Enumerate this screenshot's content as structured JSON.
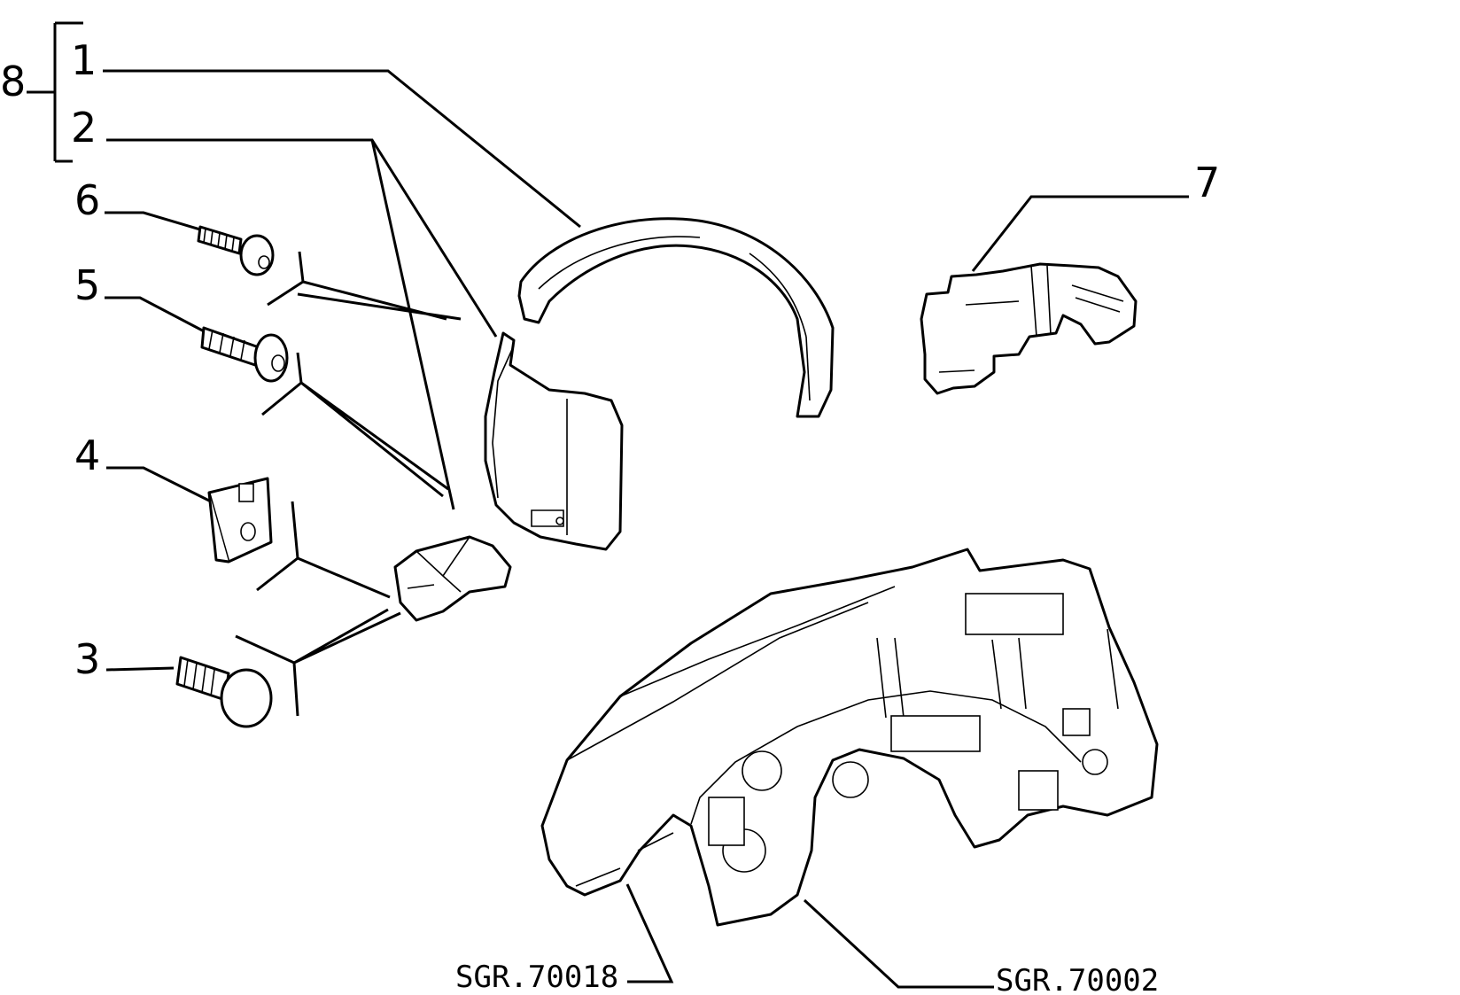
{
  "callouts": {
    "c1": "1",
    "c2": "2",
    "c3": "3",
    "c4": "4",
    "c5": "5",
    "c6": "6",
    "c7": "7",
    "c8": "8"
  },
  "references": {
    "ref_left": "SGR.70018",
    "ref_right": "SGR.70002"
  }
}
